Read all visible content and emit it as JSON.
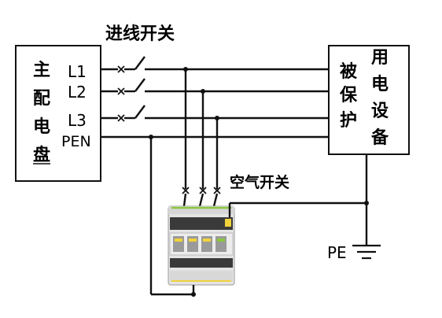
{
  "main_panel": {
    "chars": [
      "主",
      "配",
      "电",
      "盘"
    ],
    "lines": [
      "L1",
      "L2",
      "L3",
      "PEN"
    ]
  },
  "incoming_switch_label": "进线开关",
  "protected_device": {
    "left_chars": [
      "被",
      "保",
      "护"
    ],
    "right_chars": [
      "用",
      "电",
      "设",
      "备"
    ]
  },
  "air_switch_label": "空气开关",
  "ground_label": "PE",
  "colors": {
    "line": "#111111",
    "spd_body": "#e8e8e8",
    "spd_dark": "#3a3a3a",
    "spd_accent_green": "#8cc63f",
    "spd_accent_yellow": "#f2d23a"
  }
}
